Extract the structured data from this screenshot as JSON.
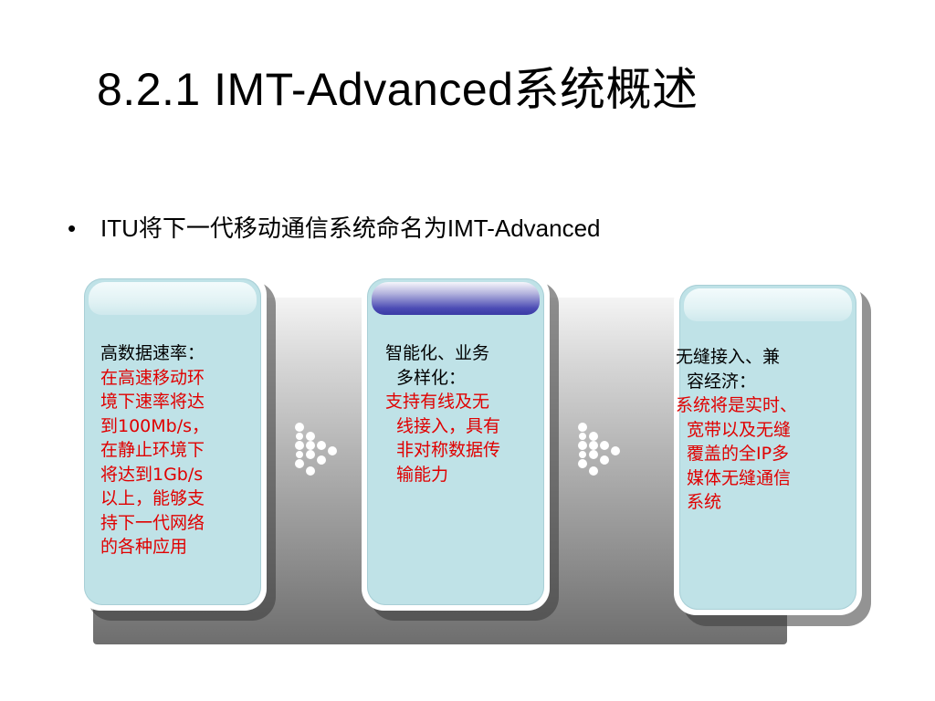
{
  "slide": {
    "title": "8.2.1 IMT-Advanced系统概述",
    "bullet": "ITU将下一代移动通信系统命名为IMT-Advanced"
  },
  "cards": [
    {
      "heading": "高数据速率：",
      "body_lines": [
        "在高速移动环",
        "境下速率将达",
        "到100Mb/s，",
        "在静止环境下",
        "将达到1Gb/s",
        "以上，能够支",
        "持下一代网络",
        "的各种应用"
      ]
    },
    {
      "heading_lines": [
        "智能化、业务",
        "多样化："
      ],
      "body_lines": [
        "支持有线及无",
        "线接入，具有",
        "非对称数据传",
        "输能力"
      ]
    },
    {
      "heading_lines": [
        "无缝接入、兼",
        "容经济："
      ],
      "body_lines": [
        "系统将是实时、",
        "宽带以及无缝",
        "覆盖的全IP多",
        "媒体无缝通信",
        "系统"
      ]
    }
  ],
  "colors": {
    "card_fill": "#bfe2e7",
    "body_text": "#e00000",
    "cap_dark": "#3a3aa5"
  },
  "icons": [
    "dotted-arrow-icon",
    "dotted-arrow-icon"
  ]
}
